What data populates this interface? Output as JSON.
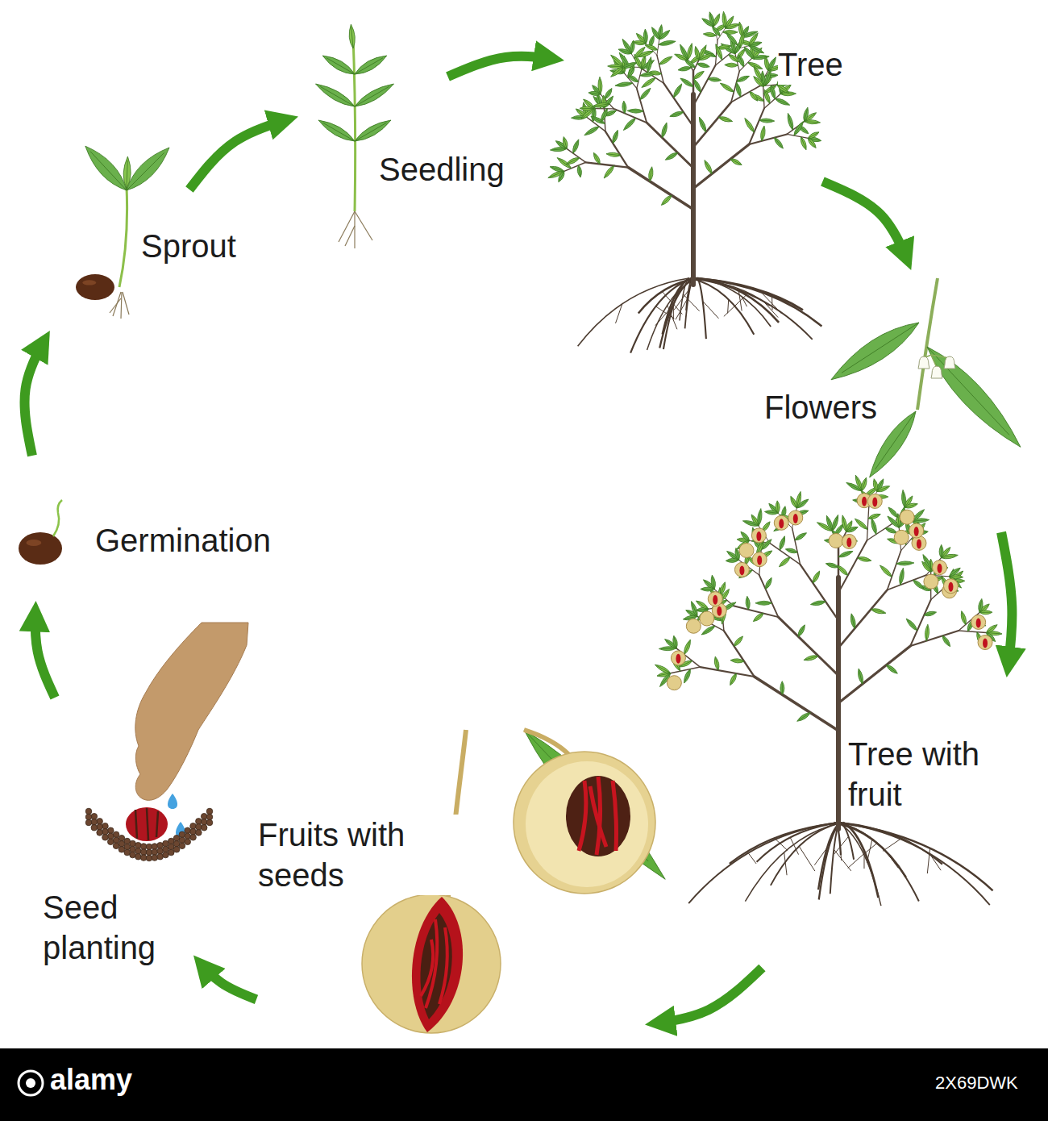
{
  "diagram": {
    "nodes": [
      {
        "text": [
          "Sprout"
        ]
      },
      {
        "text": [
          "Seedling"
        ]
      },
      {
        "text": [
          "Tree"
        ]
      },
      {
        "text": [
          "Flowers"
        ]
      },
      {
        "text": [
          "Tree with fruit"
        ]
      },
      {
        "text": [
          "Fruits with seeds"
        ]
      },
      {
        "text": [
          "Seed planting"
        ]
      },
      {
        "text": [
          "Germination"
        ]
      }
    ],
    "edges": [
      {
        "from": 0,
        "to": 1,
        "arrow": "to"
      },
      {
        "from": 1,
        "to": 2,
        "arrow": "to"
      },
      {
        "from": 2,
        "to": 3,
        "arrow": "to"
      },
      {
        "from": 3,
        "to": 4,
        "arrow": "to"
      },
      {
        "from": 4,
        "to": 5,
        "arrow": "to"
      },
      {
        "from": 5,
        "to": 6,
        "arrow": "to"
      },
      {
        "from": 6,
        "to": 7,
        "arrow": "to"
      },
      {
        "from": 7,
        "to": 0,
        "arrow": "to"
      }
    ],
    "labels": [
      "alamy",
      "2X69DWK"
    ]
  }
}
